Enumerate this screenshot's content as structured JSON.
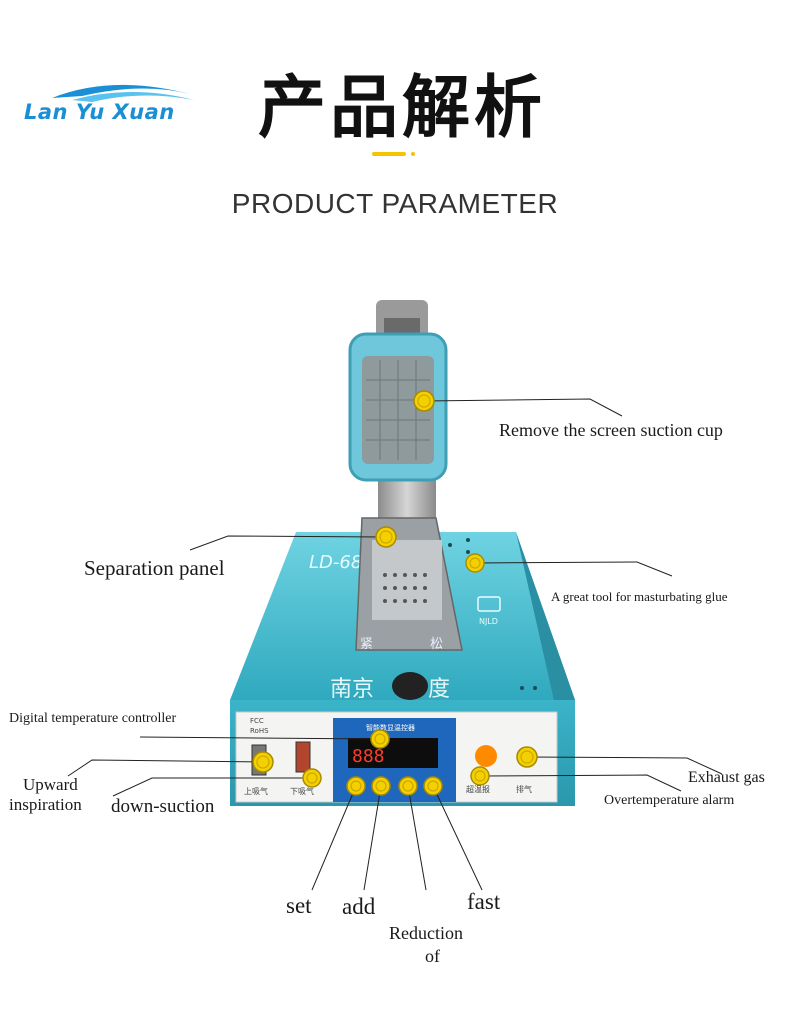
{
  "brand": {
    "logo_text": "Lan Yu Xuan",
    "accent_color": "#1a8fd6"
  },
  "header": {
    "title_cn": "产品解析",
    "title_en": "PRODUCT PARAMETER",
    "divider_color": "#f5c400"
  },
  "machine": {
    "model": "LD-680",
    "brand_mark": "NJLD",
    "front_text": "南京",
    "front_text_2": "度",
    "clamp_left": "紧",
    "clamp_right": "松",
    "controller_title": "智能数显温控器",
    "cert_fcc": "FCC",
    "cert_rohs": "RoHS",
    "switch_up": "上吸气",
    "switch_down": "下吸气",
    "alarm_cn": "超温报",
    "exhaust_cn": "排气",
    "body_color": "#37b5c9",
    "marker_color": "#f5d000"
  },
  "callouts": {
    "suction_cup": "Remove the screen suction cup",
    "separation_panel": "Separation panel",
    "glue_tool": "A great tool for masturbating glue",
    "temp_controller": "Digital temperature controller",
    "upward_1": "Upward",
    "upward_2": "inspiration",
    "down_suction": "down-suction",
    "exhaust": "Exhaust gas",
    "overtemp": "Overtemperature alarm",
    "set": "set",
    "add": "add",
    "fast": "fast",
    "reduction_1": "Reduction",
    "reduction_2": "of"
  }
}
